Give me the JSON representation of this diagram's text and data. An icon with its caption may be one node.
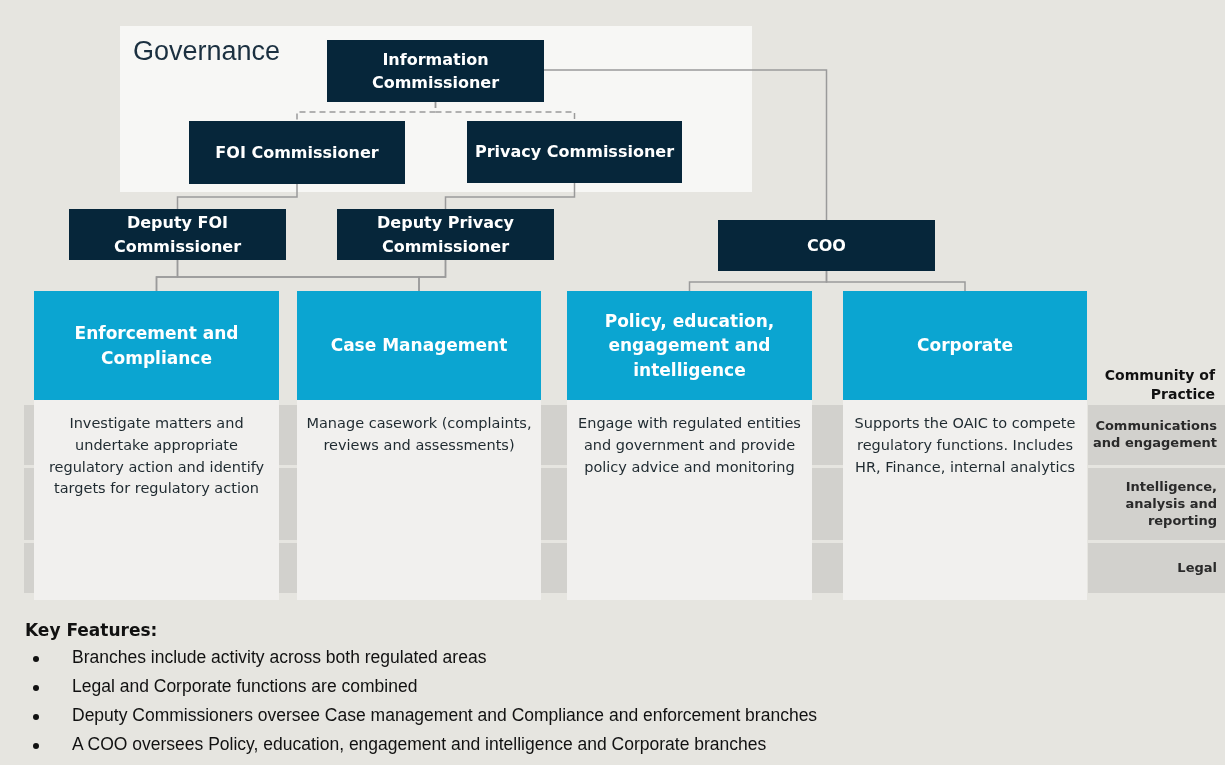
{
  "diagram": {
    "nodes": [
      {
        "text": [
          "Governance"
        ]
      },
      {
        "text": [
          "Information Commissioner"
        ],
        "in": 0
      },
      {
        "text": [
          "FOI Commissioner"
        ],
        "in": 0
      },
      {
        "text": [
          "Privacy Commissioner"
        ],
        "in": 0
      },
      {
        "text": [
          "Deputy FOI Commissioner"
        ]
      },
      {
        "text": [
          "Deputy Privacy Commissioner"
        ]
      },
      {
        "text": [
          "COO"
        ]
      },
      {
        "text": [
          "Enforcement and Compliance",
          "Investigate matters and undertake appropriate regulatory action and identify targets for regulatory action"
        ]
      },
      {
        "text": [
          "Case Management",
          "Manage casework (complaints, reviews and assessments)"
        ]
      },
      {
        "text": [
          "Policy, education, engagement and intelligence",
          "Engage with regulated entities and government and provide policy advice and monitoring"
        ]
      },
      {
        "text": [
          "Corporate",
          "Supports the OAIC to compete regulatory functions. Includes HR, Finance, internal analytics"
        ]
      },
      {
        "text": [
          "Communications and engagement"
        ]
      },
      {
        "text": [
          "Intelligence, analysis and reporting"
        ]
      },
      {
        "text": [
          "Legal"
        ]
      }
    ],
    "edges": [
      {
        "from": 1,
        "to": 2,
        "arrow": "none",
        "style": "dashed"
      },
      {
        "from": 1,
        "to": 3,
        "arrow": "none",
        "style": "dashed"
      },
      {
        "from": 1,
        "to": 6,
        "arrow": "none"
      },
      {
        "from": 2,
        "to": 4,
        "arrow": "none"
      },
      {
        "from": 3,
        "to": 5,
        "arrow": "none"
      },
      {
        "from": 4,
        "to": 7,
        "arrow": "none"
      },
      {
        "from": 4,
        "to": 8,
        "arrow": "none"
      },
      {
        "from": 5,
        "to": 7,
        "arrow": "none"
      },
      {
        "from": 5,
        "to": 8,
        "arrow": "none"
      },
      {
        "from": 6,
        "to": 9,
        "arrow": "none"
      },
      {
        "from": 6,
        "to": 10,
        "arrow": "none"
      }
    ],
    "labels": [
      "Community of Practice",
      "Key Features:",
      "Branches include activity across both regulated areas",
      "Legal and Corporate functions are combined",
      "Deputy Commissioners oversee Case management and Compliance and enforcement branches",
      "A COO oversees Policy, education, engagement and intelligence and Corporate branches"
    ]
  }
}
